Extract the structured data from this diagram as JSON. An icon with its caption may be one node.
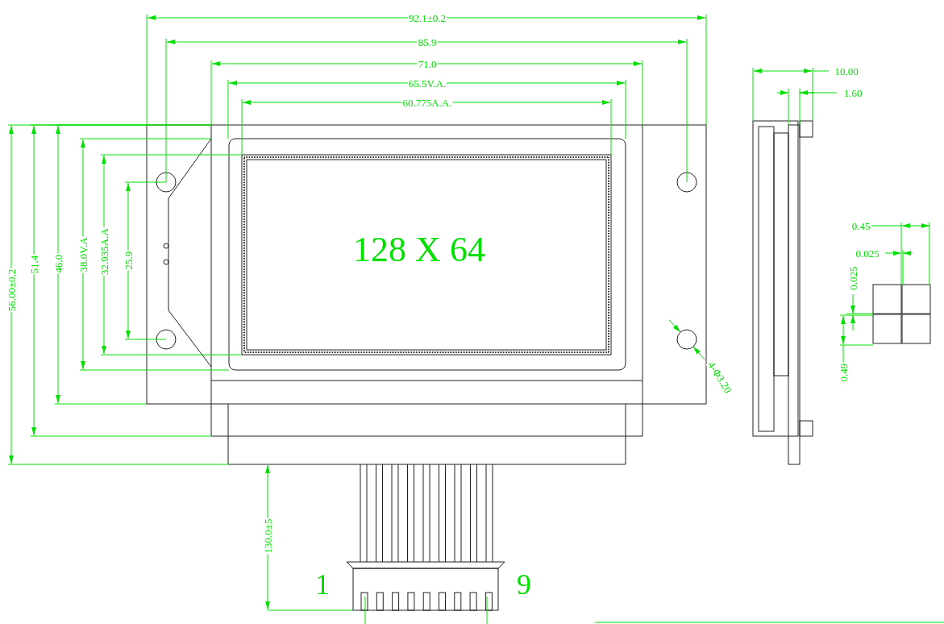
{
  "diagram": {
    "labels": [
      "92.1±0.2",
      "85.9",
      "71.0",
      "65.5V.A.",
      "60.775A.A.",
      "10.00",
      "1.60",
      "56.00±0.2",
      "51.4",
      "46.0",
      "38.0V.A",
      "32.935A.A",
      "25.9",
      "128 X 64",
      "0.45",
      "0.025",
      "0.025",
      "0.49",
      "4-Φ3.20",
      "130.0±5",
      "1",
      "9"
    ]
  }
}
